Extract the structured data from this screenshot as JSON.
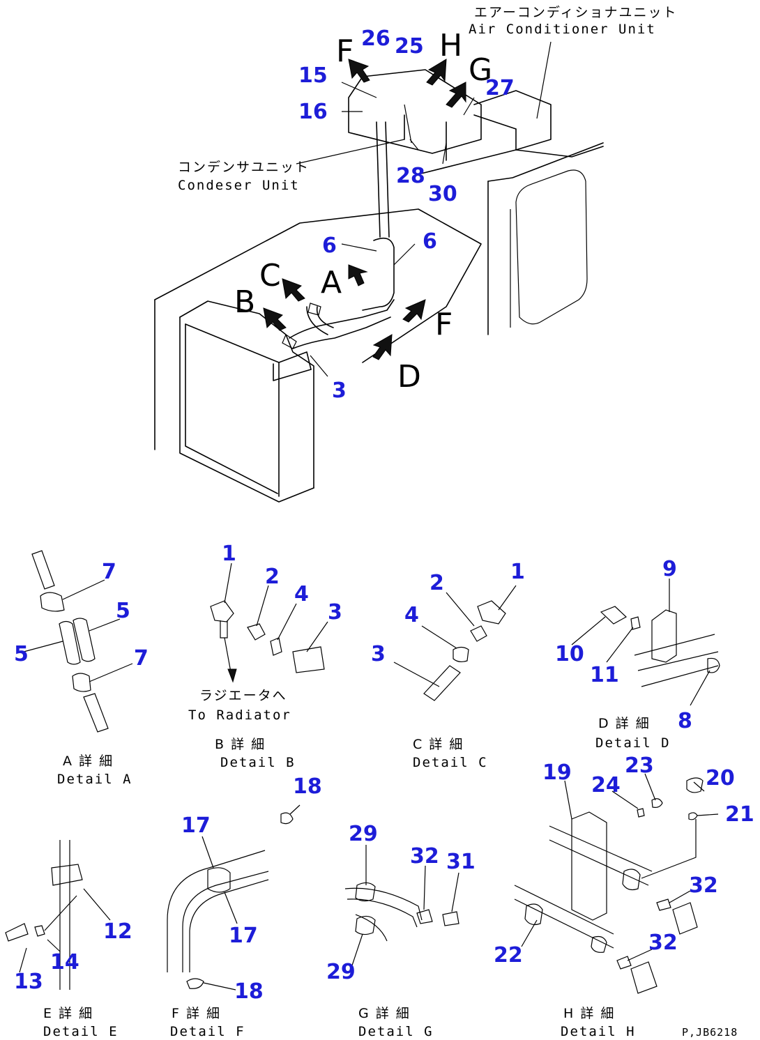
{
  "drawing_code": "P,JB6218",
  "main_view": {
    "condenser_label_jp": "コンデンサユニット",
    "condenser_label_en": "Condeser Unit",
    "aircon_label_jp": "エアーコンディショナユニット",
    "aircon_label_en": "Air Conditioner Unit",
    "view_letters": [
      "F",
      "H",
      "G",
      "C",
      "A",
      "B",
      "F",
      "D"
    ],
    "callouts": [
      "26",
      "25",
      "15",
      "16",
      "27",
      "28",
      "30",
      "6",
      "6",
      "3"
    ]
  },
  "details": {
    "A": {
      "title_jp": "A 詳 細",
      "title_en": "Detail A",
      "callouts": [
        "7",
        "5",
        "5",
        "7"
      ]
    },
    "B": {
      "title_jp": "B 詳 細",
      "title_en": "Detail B",
      "note_jp": "ラジエータへ",
      "note_en": "To Radiator",
      "callouts": [
        "1",
        "2",
        "4",
        "3"
      ]
    },
    "C": {
      "title_jp": "C 詳 細",
      "title_en": "Detail C",
      "callouts": [
        "2",
        "1",
        "4",
        "3"
      ]
    },
    "D": {
      "title_jp": "D 詳 細",
      "title_en": "Detail D",
      "callouts": [
        "9",
        "10",
        "11",
        "8"
      ]
    },
    "E": {
      "title_jp": "E 詳 細",
      "title_en": "Detail E",
      "callouts": [
        "12",
        "14",
        "13"
      ]
    },
    "F": {
      "title_jp": "F 詳 細",
      "title_en": "Detail F",
      "callouts": [
        "18",
        "17",
        "17",
        "18"
      ]
    },
    "G": {
      "title_jp": "G 詳 細",
      "title_en": "Detail G",
      "callouts": [
        "29",
        "32",
        "31",
        "29"
      ]
    },
    "H": {
      "title_jp": "H 詳 細",
      "title_en": "Detail H",
      "callouts": [
        "19",
        "24",
        "23",
        "20",
        "21",
        "32",
        "22",
        "32"
      ]
    }
  },
  "colors": {
    "callout": "#1d1dd8",
    "line": "#000000",
    "background": "#ffffff"
  }
}
